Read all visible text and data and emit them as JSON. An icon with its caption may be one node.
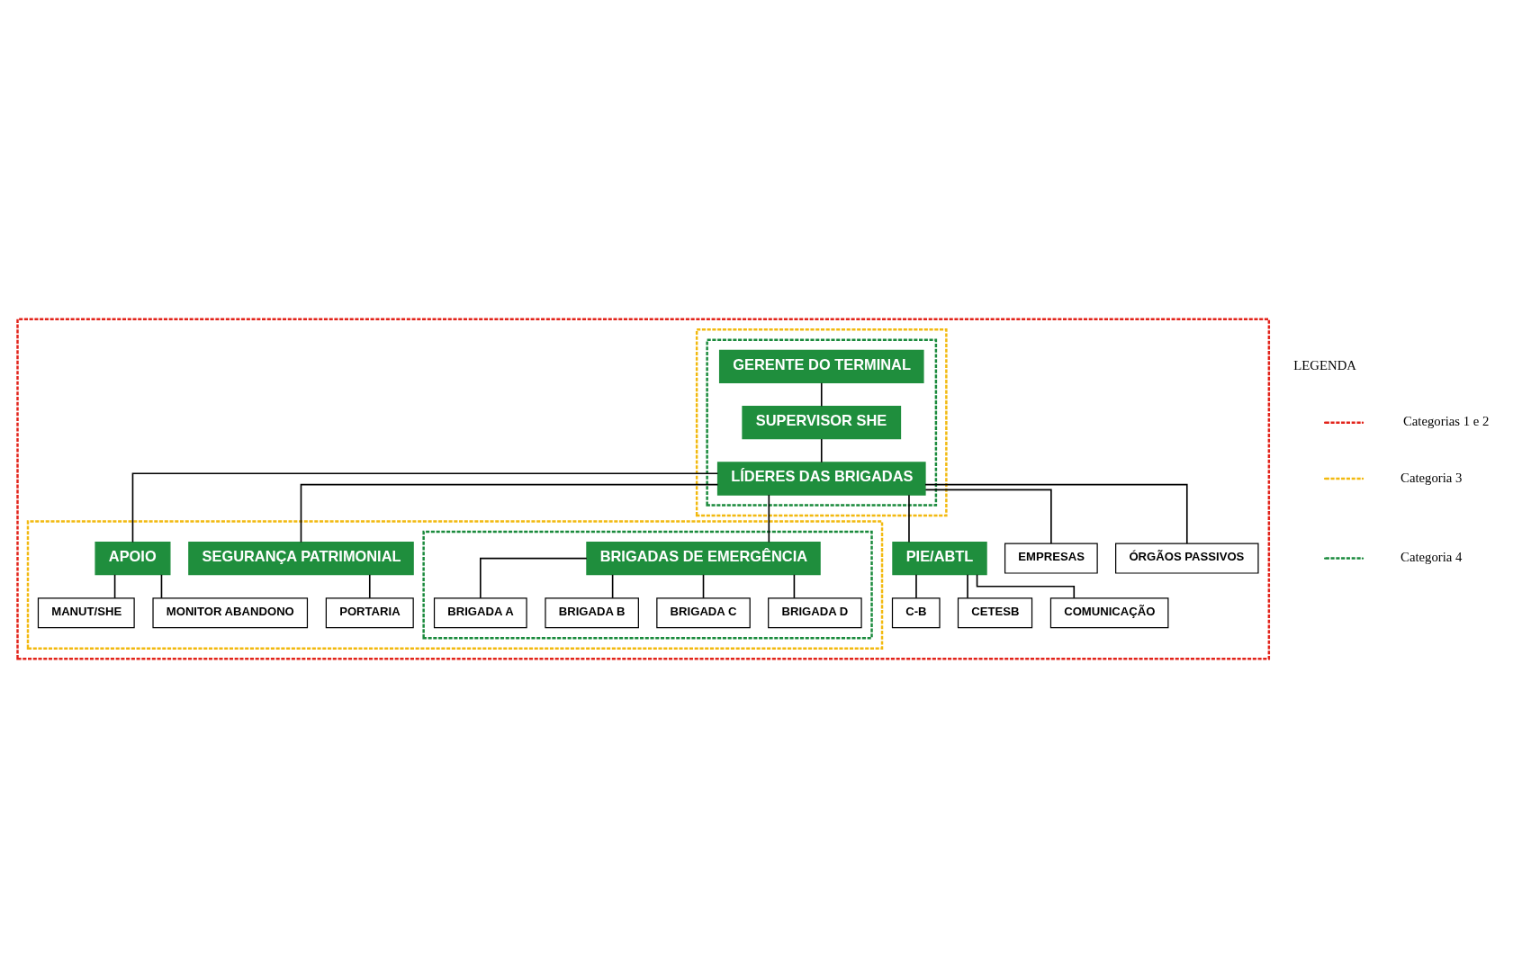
{
  "diagram": {
    "nodes": [
      {
        "text": [],
        "shape": "box"
      },
      {
        "text": [],
        "shape": "box",
        "in": 0
      },
      {
        "text": [],
        "shape": "box",
        "in": 1
      },
      {
        "text": [
          "GERENTE DO TERMINAL"
        ],
        "in": 2
      },
      {
        "text": [
          "SUPERVISOR SHE"
        ],
        "in": 2
      },
      {
        "text": [
          "LÍDERES DAS BRIGADAS"
        ],
        "in": 2
      },
      {
        "text": [],
        "shape": "box",
        "in": 0
      },
      {
        "text": [],
        "shape": "box",
        "in": 6
      },
      {
        "text": [
          "BRIGADAS DE EMERGÊNCIA"
        ],
        "in": 7
      },
      {
        "text": [
          "BRIGADA A"
        ],
        "in": 7
      },
      {
        "text": [
          "BRIGADA B"
        ],
        "in": 7
      },
      {
        "text": [
          "BRIGADA C"
        ],
        "in": 7
      },
      {
        "text": [
          "BRIGADA D"
        ],
        "in": 7
      },
      {
        "text": [
          "SEGURANÇA PATRIMONIAL"
        ],
        "in": 6
      },
      {
        "text": [
          "PORTARIA"
        ],
        "in": 6
      },
      {
        "text": [
          "APOIO"
        ],
        "in": 6
      },
      {
        "text": [
          "MANUT/SHE"
        ],
        "in": 6
      },
      {
        "text": [
          "MONITOR ABANDONO"
        ],
        "in": 6
      },
      {
        "text": [
          "PIE/ABTL"
        ],
        "in": 0
      },
      {
        "text": [
          "C-B"
        ],
        "in": 0
      },
      {
        "text": [
          "CETESB"
        ],
        "in": 0
      },
      {
        "text": [
          "COMUNICAÇÃO"
        ],
        "in": 0
      },
      {
        "text": [
          "EMPRESAS"
        ],
        "in": 0
      },
      {
        "text": [
          "ÓRGÃOS PASSIVOS"
        ],
        "in": 0
      }
    ],
    "edges": [
      {
        "from": 3,
        "to": 4,
        "arrow": "none"
      },
      {
        "from": 4,
        "to": 5,
        "arrow": "none"
      },
      {
        "from": 5,
        "to": 8,
        "arrow": "none"
      },
      {
        "from": 5,
        "to": 13,
        "arrow": "none"
      },
      {
        "from": 5,
        "to": 15,
        "arrow": "none"
      },
      {
        "from": 5,
        "to": 18,
        "arrow": "none"
      },
      {
        "from": 5,
        "to": 22,
        "arrow": "none"
      },
      {
        "from": 5,
        "to": 23,
        "arrow": "none"
      },
      {
        "from": 8,
        "to": 9,
        "arrow": "none"
      },
      {
        "from": 8,
        "to": 10,
        "arrow": "none"
      },
      {
        "from": 8,
        "to": 11,
        "arrow": "none"
      },
      {
        "from": 8,
        "to": 12,
        "arrow": "none"
      },
      {
        "from": 13,
        "to": 14,
        "arrow": "none"
      },
      {
        "from": 15,
        "to": 16,
        "arrow": "none"
      },
      {
        "from": 15,
        "to": 17,
        "arrow": "none"
      },
      {
        "from": 18,
        "to": 19,
        "arrow": "none"
      },
      {
        "from": 18,
        "to": 20,
        "arrow": "none"
      },
      {
        "from": 18,
        "to": 21,
        "arrow": "none"
      }
    ],
    "labels": [
      "LEGENDA"
    ],
    "legend": [
      {
        "text": "Categorias 1 e 2"
      },
      {
        "text": "Categoria 3"
      },
      {
        "text": "Categoria 4"
      }
    ]
  }
}
